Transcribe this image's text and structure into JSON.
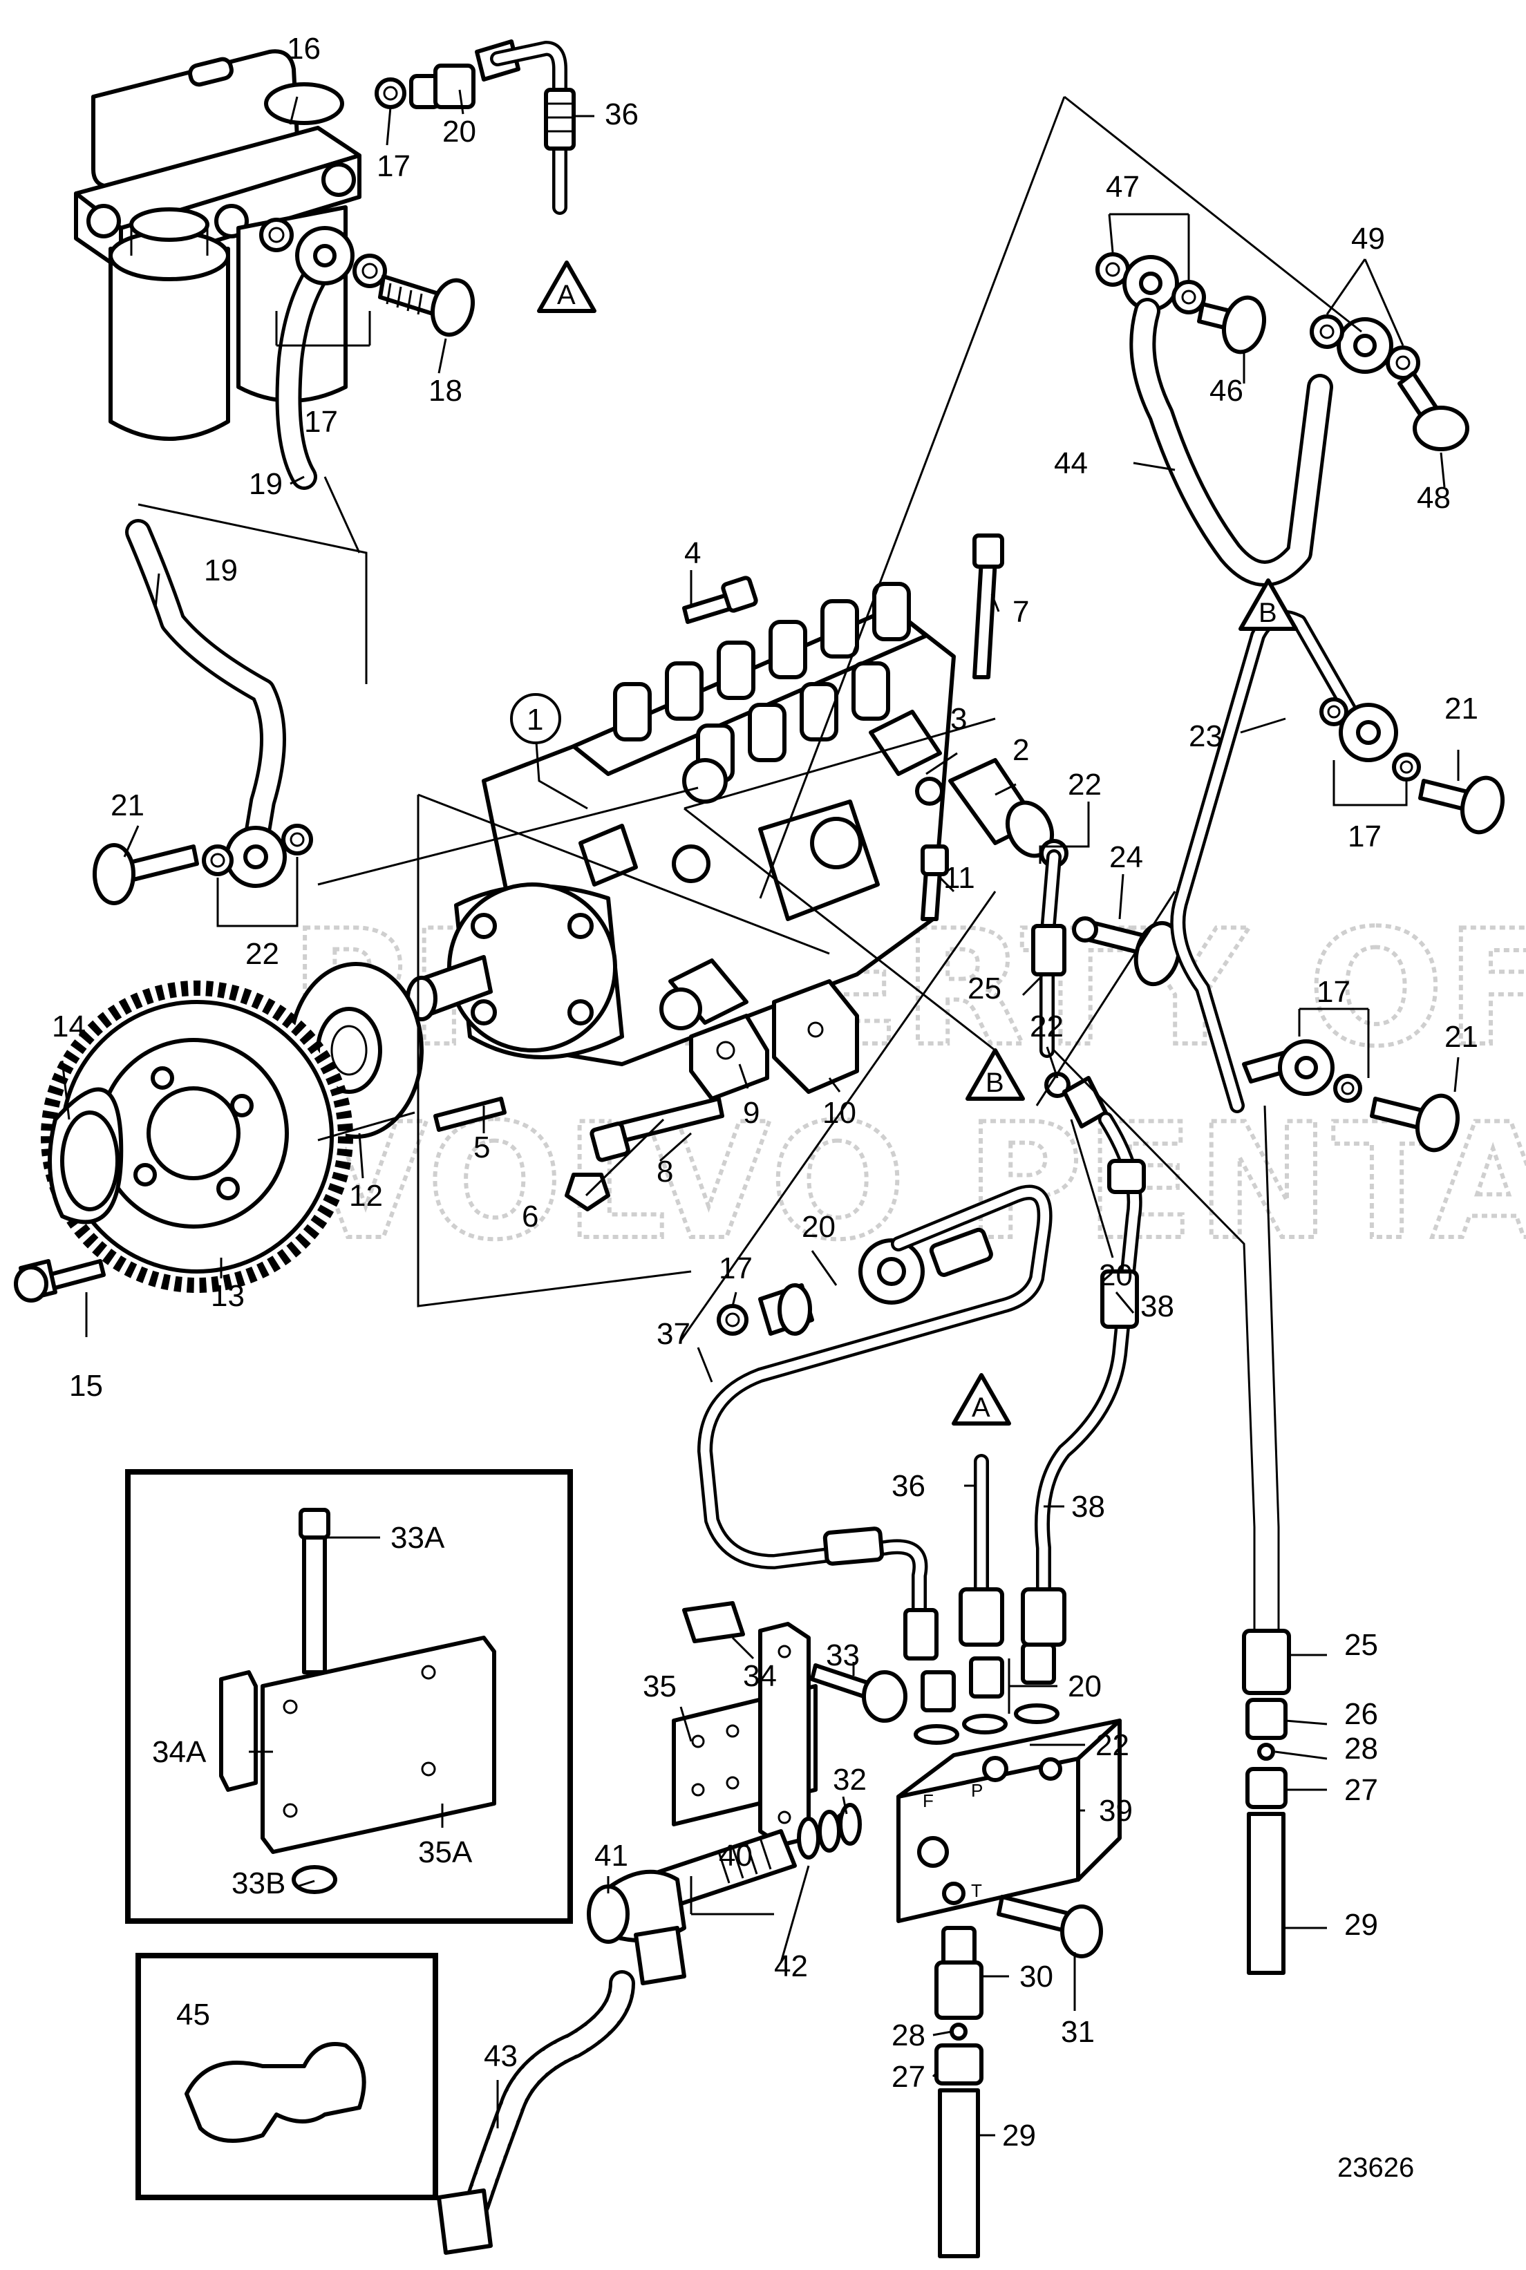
{
  "watermark": {
    "line1": "PROPERTY OF",
    "line2": "VOLVO PENTA"
  },
  "drawing_number": "23626",
  "reference_markers": {
    "A": "A",
    "B": "B"
  },
  "circled_callout": "1",
  "callouts": {
    "c2": "2",
    "c3": "3",
    "c4": "4",
    "c5": "5",
    "c6": "6",
    "c7": "7",
    "c8": "8",
    "c9": "9",
    "c10": "10",
    "c11": "11",
    "c12": "12",
    "c13": "13",
    "c14": "14",
    "c15": "15",
    "c16": "16",
    "c17": "17",
    "c18": "18",
    "c19": "19",
    "c20": "20",
    "c21": "21",
    "c22": "22",
    "c23": "23",
    "c24": "24",
    "c25": "25",
    "c26": "26",
    "c27": "27",
    "c28": "28",
    "c29": "29",
    "c30": "30",
    "c31": "31",
    "c32": "32",
    "c33": "33",
    "c33A": "33A",
    "c33B": "33B",
    "c34": "34",
    "c34A": "34A",
    "c35": "35",
    "c35A": "35A",
    "c36": "36",
    "c37": "37",
    "c38": "38",
    "c39": "39",
    "c40": "40",
    "c41": "41",
    "c42": "42",
    "c43": "43",
    "c44": "44",
    "c45": "45",
    "c46": "46",
    "c47": "47",
    "c48": "48",
    "c49": "49"
  },
  "valve_block_marks": {
    "F": "F",
    "P": "P",
    "T": "T"
  }
}
